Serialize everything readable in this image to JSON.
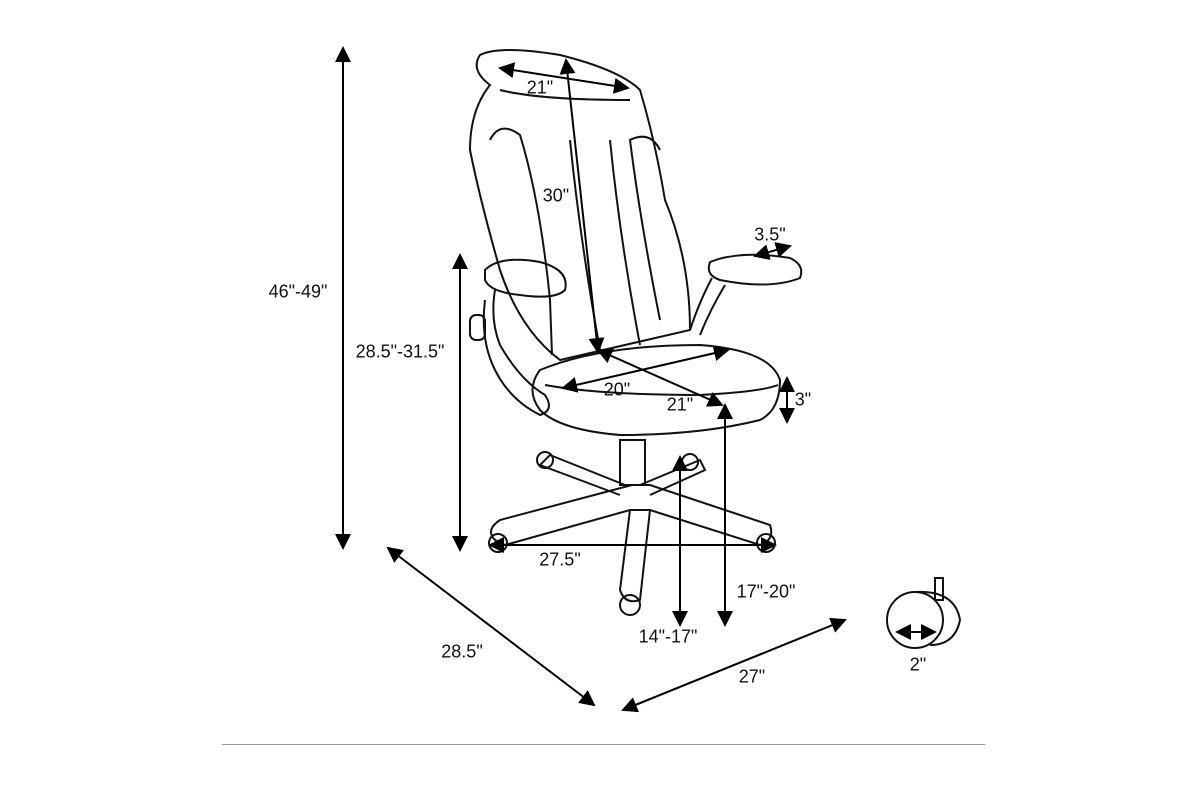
{
  "dimensions": {
    "headrest_width": "21\"",
    "backrest_height": "30\"",
    "armrest_width": "3.5\"",
    "overall_height": "46\"-49\"",
    "arm_height": "28.5\"-31.5\"",
    "seat_width": "20\"",
    "seat_depth": "21\"",
    "seat_thickness": "3\"",
    "base_width": "27.5\"",
    "seat_height": "17\"-20\"",
    "under_seat_height": "14\"-17\"",
    "overall_depth": "28.5\"",
    "overall_width": "27\"",
    "caster_diameter": "2\""
  }
}
